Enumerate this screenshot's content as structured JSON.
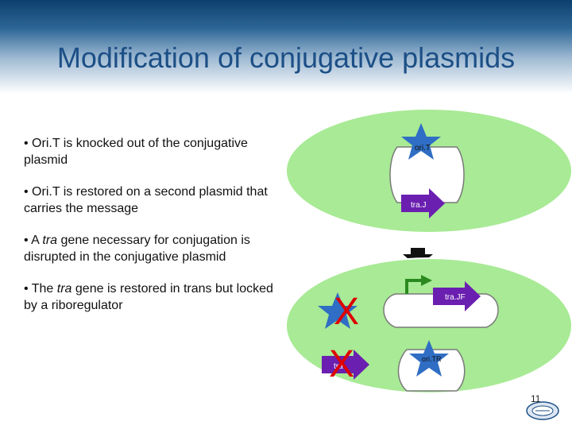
{
  "slide": {
    "title": "Modification of conjugative plasmids",
    "page_number": "11"
  },
  "bullets": [
    {
      "parts": [
        "• Ori.T is knocked out of the conjugative plasmid"
      ]
    },
    {
      "parts": [
        "• Ori.T is restored on a second plasmid that carries the message"
      ]
    },
    {
      "parts": [
        "• A ",
        "tra",
        " gene necessary for conjugation is disrupted in the conjugative plasmid"
      ]
    },
    {
      "parts": [
        "• The ",
        "tra",
        " gene is restored in trans but locked by a riboregulator"
      ]
    }
  ],
  "diagram": {
    "top_cell": {
      "oriT_label": "ori.T",
      "tra_label": "tra.J"
    },
    "bottom_cell": {
      "traJF_label": "tra.JF",
      "oriTR_label": "ori.TR",
      "tra_label": "tra",
      "x_mark": "X"
    },
    "colors": {
      "cell_fill": "#a8ea95",
      "star": "#2f6ec4",
      "arrow": "#6a1fb0",
      "promoter": "#2b8a1f",
      "x_mark": "#dd0000"
    },
    "icons": [
      "star-icon",
      "arrow-icon",
      "down-arrow-icon",
      "promoter-icon"
    ]
  }
}
